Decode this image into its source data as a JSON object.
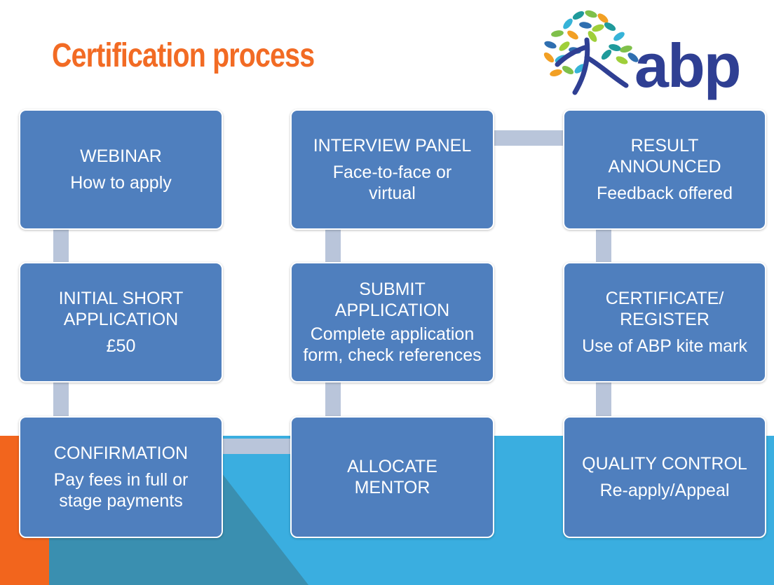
{
  "title": "Certification process",
  "logo": {
    "text": "abp"
  },
  "colors": {
    "title": "#f26b24",
    "box_fill": "#4f7fbe",
    "box_border": "#ffffff",
    "connector": "#b9c5da",
    "band_blue": "#3aaee0",
    "band_teal": "#3a8fb0",
    "band_orange": "#f2651d",
    "logo_text": "#2f3f93",
    "leaf_colors": [
      "#1f9a9b",
      "#7fc04a",
      "#f2a024",
      "#36b3d8",
      "#2f6fb0",
      "#9fcf3a"
    ]
  },
  "steps": [
    {
      "heading": "WEBINAR",
      "sub": "How to apply"
    },
    {
      "heading": "INITIAL SHORT APPLICATION",
      "sub": "£50"
    },
    {
      "heading": "CONFIRMATION",
      "sub": "Pay fees in full or stage payments"
    },
    {
      "heading": "ALLOCATE MENTOR",
      "sub": ""
    },
    {
      "heading": "SUBMIT APPLICATION",
      "sub": "Complete application form, check references"
    },
    {
      "heading": "INTERVIEW PANEL",
      "sub": "Face-to-face or virtual"
    },
    {
      "heading": "RESULT ANNOUNCED",
      "sub": "Feedback offered"
    },
    {
      "heading": "CERTIFICATE/ REGISTER",
      "sub": "Use of ABP kite mark"
    },
    {
      "heading": "QUALITY CONTROL",
      "sub": "Re-apply/Appeal"
    }
  ]
}
